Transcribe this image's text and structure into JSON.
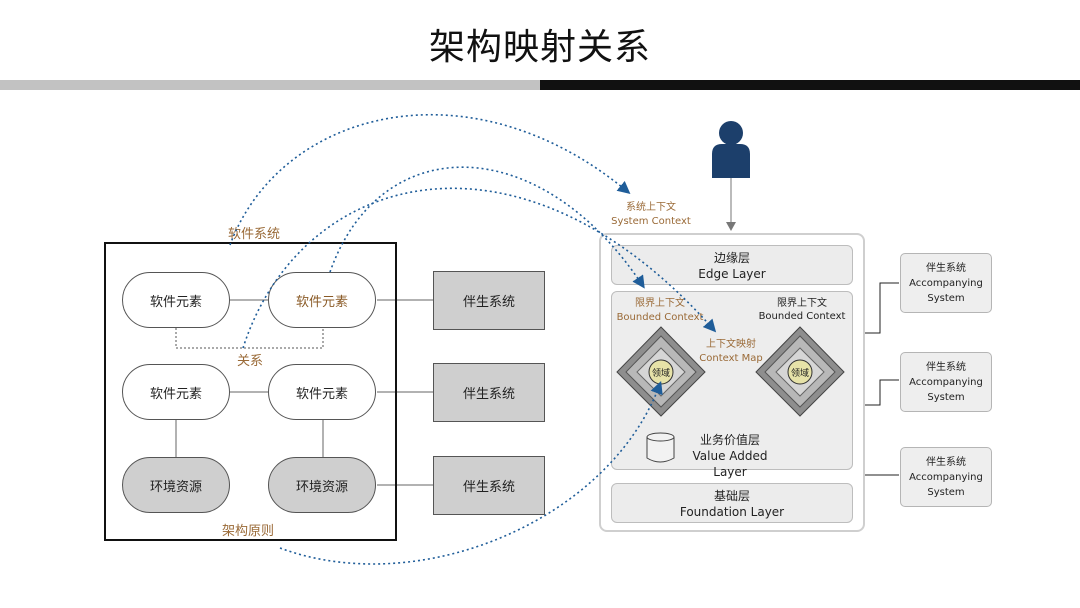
{
  "title": "架构映射关系",
  "software": {
    "frame_label": "软件系统",
    "relation_label": "关系",
    "principle_label": "架构原则",
    "elements": [
      "软件元素",
      "软件元素",
      "软件元素",
      "软件元素"
    ],
    "resources": [
      "环境资源",
      "环境资源"
    ],
    "companions": [
      "伴生系统",
      "伴生系统",
      "伴生系统"
    ]
  },
  "system_context": {
    "label_cn": "系统上下文",
    "label_en": "System Context",
    "edge_layer": {
      "cn": "边缘层",
      "en": "Edge Layer"
    },
    "value_layer": {
      "cn": "业务价值层",
      "en": "Value Added Layer"
    },
    "foundation_layer": {
      "cn": "基础层",
      "en": "Foundation Layer"
    },
    "bounded_left": {
      "cn": "限界上下文",
      "en": "Bounded Context"
    },
    "bounded_right": {
      "cn": "限界上下文",
      "en": "Bounded Context"
    },
    "context_map": {
      "cn": "上下文映射",
      "en": "Context Map"
    },
    "domain_label": "领域",
    "domain_label_2": "领域"
  },
  "accompanying": [
    {
      "cn": "伴生系统",
      "en1": "Accompanying",
      "en2": "System"
    },
    {
      "cn": "伴生系统",
      "en1": "Accompanying",
      "en2": "System"
    },
    {
      "cn": "伴生系统",
      "en1": "Accompanying",
      "en2": "System"
    }
  ],
  "colors": {
    "dotted_arrow": "#1f5d99",
    "user_icon": "#1c3f6b",
    "brown_text": "#9a6a37",
    "box_gray": "#cfcfcf"
  },
  "icons": [
    "user-icon",
    "database-icon",
    "diamond-domain-icon"
  ]
}
